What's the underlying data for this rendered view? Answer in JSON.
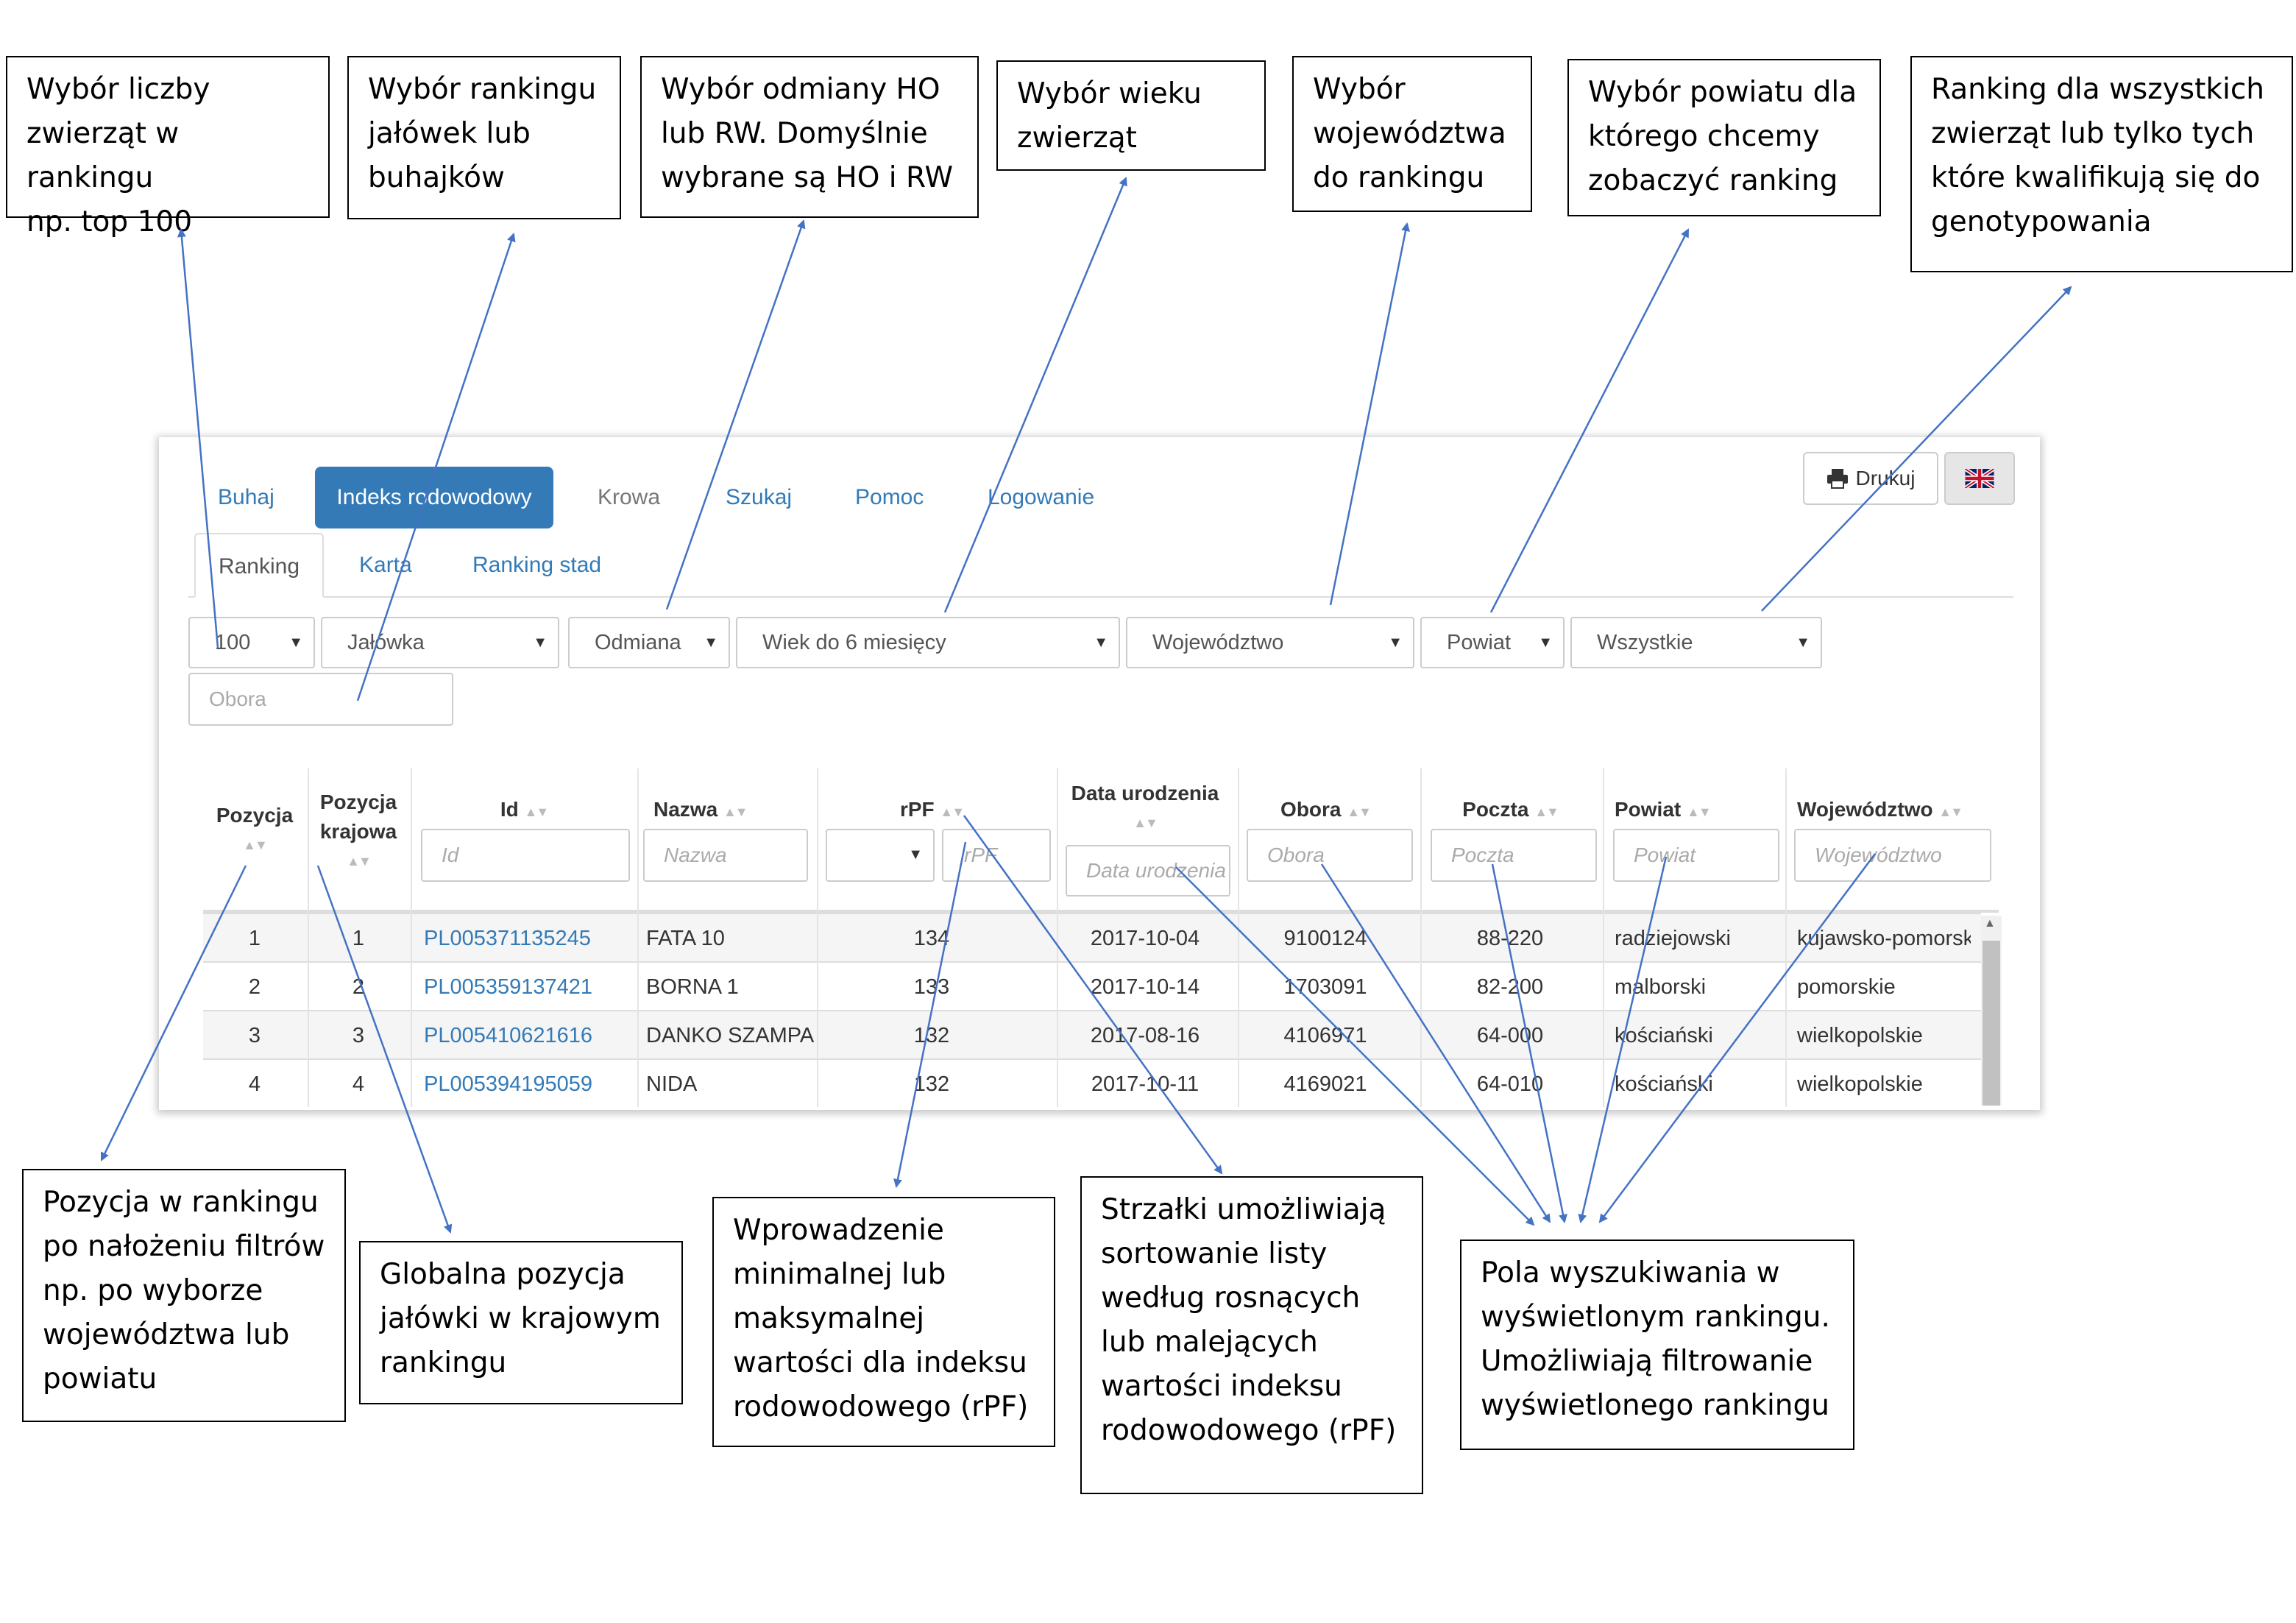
{
  "callouts": {
    "liczba": "Wybór liczby\nzwierząt w rankingu\nnp. top 100",
    "ranking_typ": "Wybór rankingu\njałówek lub\nbuhajków",
    "odmiana": "Wybór odmiany HO\nlub RW. Domyślnie\nwybrane są HO i RW",
    "wiek": "Wybór wieku\nzwierząt",
    "wojewodztwo": "Wybór\nwojewództwa\ndo rankingu",
    "powiat": "Wybór powiatu dla\nktórego chcemy\nzobaczyć ranking",
    "wszystkie": "Ranking dla wszystkich\nzwierząt lub tylko tych\nktóre kwalifikują się do\ngenotypowania",
    "pozycja": "Pozycja w rankingu\npo nałożeniu filtrów\nnp. po wyborze\nwojewództwa lub\npowiatu",
    "globalna": "Globalna pozycja\njałówki w krajowym\nrankingu",
    "rpf": "Wprowadzenie\nminimalnej lub\nmaksymalnej\nwartości dla indeksu\nrodowodowego (rPF)",
    "strzalki": "Strzałki umożliwiają\nsortowanie listy\nwedług rosnących\nlub malejących\nwartości indeksu\nrodowodowego (rPF)",
    "pola": "Pola wyszukiwania w\nwyświetlonym rankingu.\nUmożliwiają filtrowanie\nwyświetlonego rankingu"
  },
  "nav": {
    "items": [
      "Buhaj",
      "Indeks rodowodowy",
      "Krowa",
      "Szukaj",
      "Pomoc",
      "Logowanie"
    ],
    "print_label": "Drukuj"
  },
  "subtabs": [
    "Ranking",
    "Karta",
    "Ranking stad"
  ],
  "filters": {
    "count": "100",
    "type": "Jałówka",
    "breed": "Odmiana",
    "age": "Wiek do 6 miesięcy",
    "voivodeship": "Województwo",
    "county": "Powiat",
    "scope": "Wszystkie",
    "herd_placeholder": "Obora"
  },
  "table": {
    "headers": [
      "Pozycja",
      "Pozycja krajowa",
      "Id",
      "Nazwa",
      "rPF",
      "Data urodzenia",
      "Obora",
      "Poczta",
      "Powiat",
      "Województwo"
    ],
    "placeholders": {
      "id": "Id",
      "name": "Nazwa",
      "rpf": "rPF",
      "date": "Data urodzenia",
      "herd": "Obora",
      "post": "Poczta",
      "county": "Powiat",
      "voivodeship": "Województwo"
    },
    "rows": [
      {
        "pos": "1",
        "national": "1",
        "id": "PL005371135245",
        "name": "FATA 10",
        "rpf": "134",
        "date": "2017-10-04",
        "herd": "9100124",
        "post": "88-220",
        "county": "radziejowski",
        "voivodeship": "kujawsko-pomorskie"
      },
      {
        "pos": "2",
        "national": "2",
        "id": "PL005359137421",
        "name": "BORNA 1",
        "rpf": "133",
        "date": "2017-10-14",
        "herd": "1703091",
        "post": "82-200",
        "county": "malborski",
        "voivodeship": "pomorskie"
      },
      {
        "pos": "3",
        "national": "3",
        "id": "PL005410621616",
        "name": "DANKO SZAMPA",
        "rpf": "132",
        "date": "2017-08-16",
        "herd": "4106971",
        "post": "64-000",
        "county": "kościański",
        "voivodeship": "wielkopolskie"
      },
      {
        "pos": "4",
        "national": "4",
        "id": "PL005394195059",
        "name": "NIDA",
        "rpf": "132",
        "date": "2017-10-11",
        "herd": "4169021",
        "post": "64-010",
        "county": "kościański",
        "voivodeship": "wielkopolskie"
      }
    ]
  },
  "colors": {
    "accent": "#337ab7",
    "arrow": "#4472c4"
  }
}
